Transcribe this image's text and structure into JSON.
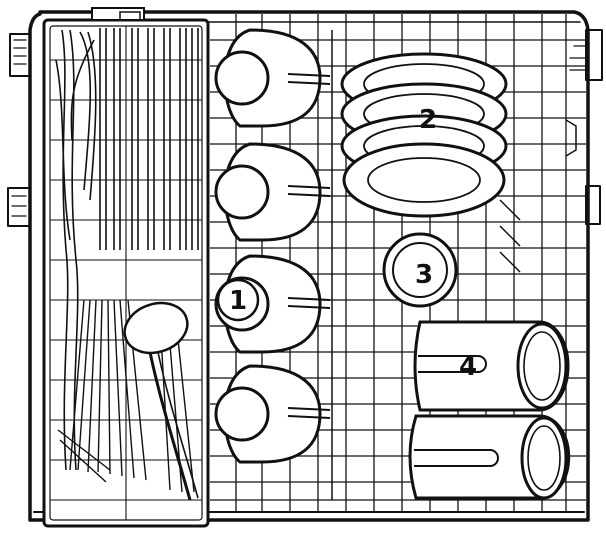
{
  "labels": {
    "bowls": "1",
    "plates": "2",
    "small_bowl": "3",
    "cups": "4"
  },
  "colors": {
    "line": "#111111",
    "background": "#ffffff"
  }
}
